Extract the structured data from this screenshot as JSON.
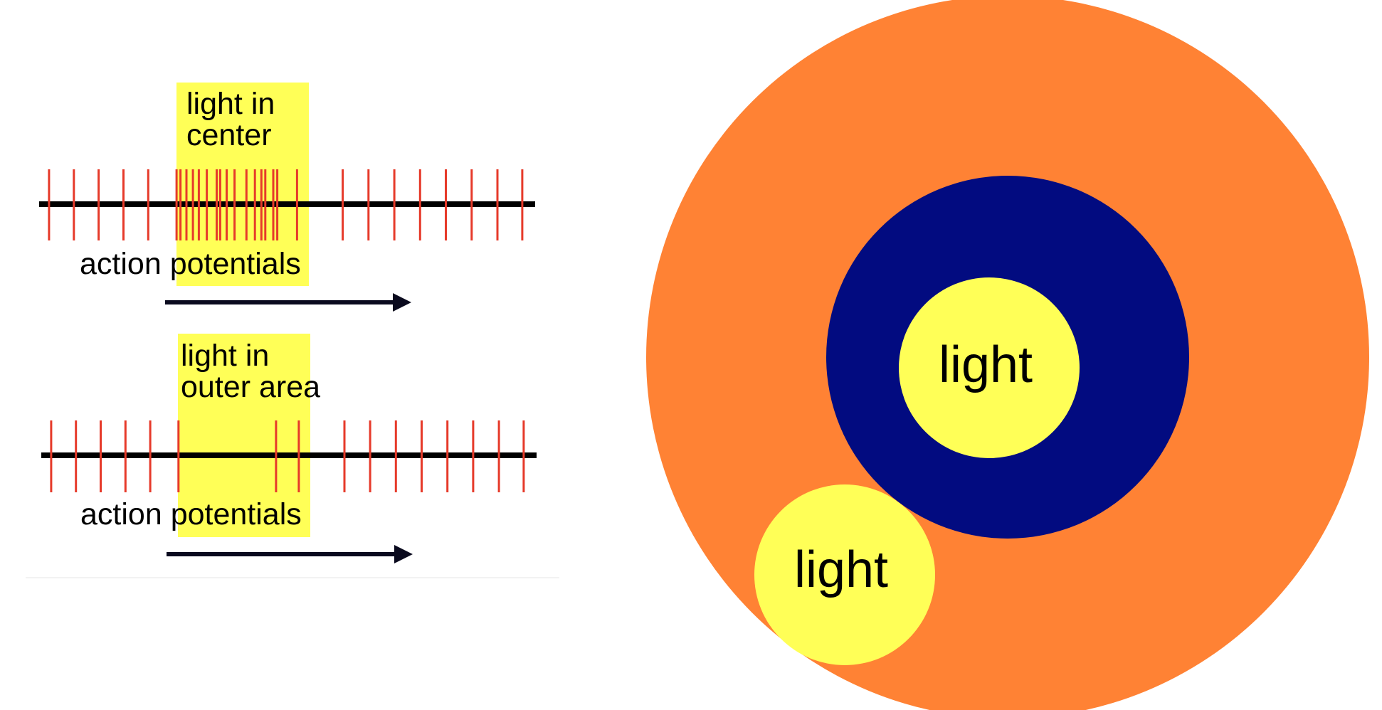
{
  "panels": [
    {
      "id": "center",
      "highlight_label_line1": "light in",
      "highlight_label_line2": "center",
      "axis_label": "action potentials",
      "spike_times": [
        0.02,
        0.07,
        0.12,
        0.17,
        0.22,
        0.277,
        0.285,
        0.297,
        0.31,
        0.322,
        0.338,
        0.358,
        0.365,
        0.378,
        0.394,
        0.418,
        0.435,
        0.448,
        0.456,
        0.472,
        0.48,
        0.52,
        0.612,
        0.664,
        0.716,
        0.768,
        0.82,
        0.872,
        0.924,
        0.974
      ],
      "highlight_window": [
        0.277,
        0.54
      ]
    },
    {
      "id": "outer",
      "highlight_label_line1": "light in",
      "highlight_label_line2": "outer area",
      "axis_label": "action potentials",
      "spike_times": [
        0.02,
        0.07,
        0.12,
        0.17,
        0.22,
        0.277,
        0.474,
        0.52,
        0.612,
        0.664,
        0.716,
        0.768,
        0.82,
        0.872,
        0.924,
        0.974
      ],
      "highlight_window": [
        0.277,
        0.54
      ]
    }
  ],
  "receptive_field": {
    "center_label": "light",
    "surround_label": "light"
  },
  "colors": {
    "surround": "#ff8234",
    "center": "#020b80",
    "light": "#ffff57",
    "spike": "#e63a2a",
    "axis": "#000000",
    "arrow": "#0a0a1e",
    "highlight": "#ffff57"
  }
}
